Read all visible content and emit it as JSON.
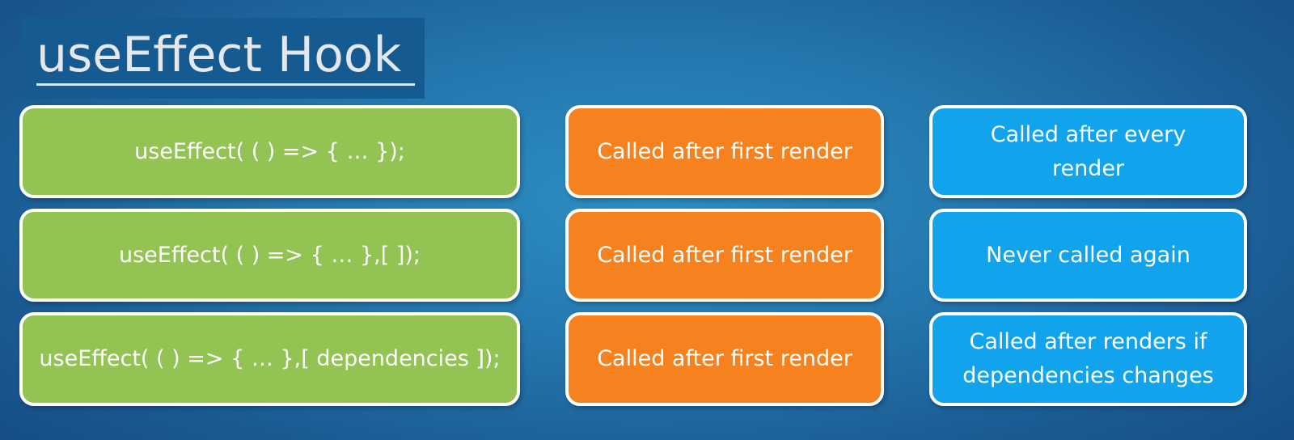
{
  "title": "useEffect Hook",
  "rows": [
    {
      "syntax": "useEffect( ( ) => { … });",
      "first": "Called after first render",
      "later": "Called after every render"
    },
    {
      "syntax": "useEffect( ( ) => { … },[ ]);",
      "first": "Called after first render",
      "later": "Never called again"
    },
    {
      "syntax": "useEffect( ( ) => { … },[ dependencies ]);",
      "first": "Called after first render",
      "later": "Called after renders if dependencies changes"
    }
  ],
  "colors": {
    "syntax_box": "#92c353",
    "first_box": "#f6811f",
    "later_box": "#12a3ed",
    "title_box": "#155a91"
  }
}
